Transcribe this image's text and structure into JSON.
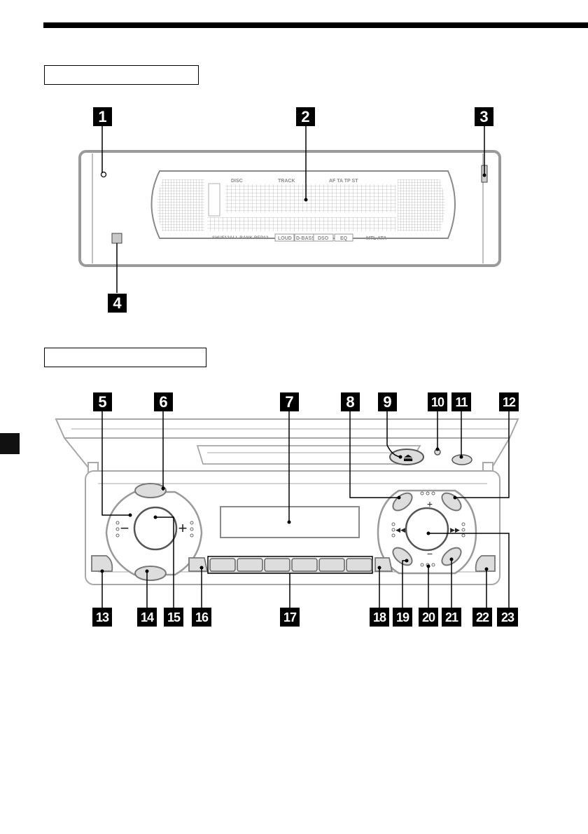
{
  "labels": [
    "1",
    "2",
    "3",
    "4",
    "5",
    "6",
    "7",
    "8",
    "9",
    "10",
    "11",
    "12",
    "13",
    "14",
    "15",
    "16",
    "17",
    "18",
    "19",
    "20",
    "21",
    "22",
    "23"
  ],
  "display": {
    "disc": "DISC",
    "track": "TRACK",
    "af_ta_tp_st": "AF TA TP ST",
    "bottom_left": "SHUF12ALL BANK REP12",
    "loud": "LOUD",
    "dbass": "D-BASS",
    "dso": "DSO",
    "eq": "EQ",
    "bottom_right": "MTL ATA"
  },
  "button_symbols": {
    "plus": "+",
    "minus": "−",
    "eject": "⏏",
    "prev": "◀◀",
    "next": "▶▶"
  }
}
